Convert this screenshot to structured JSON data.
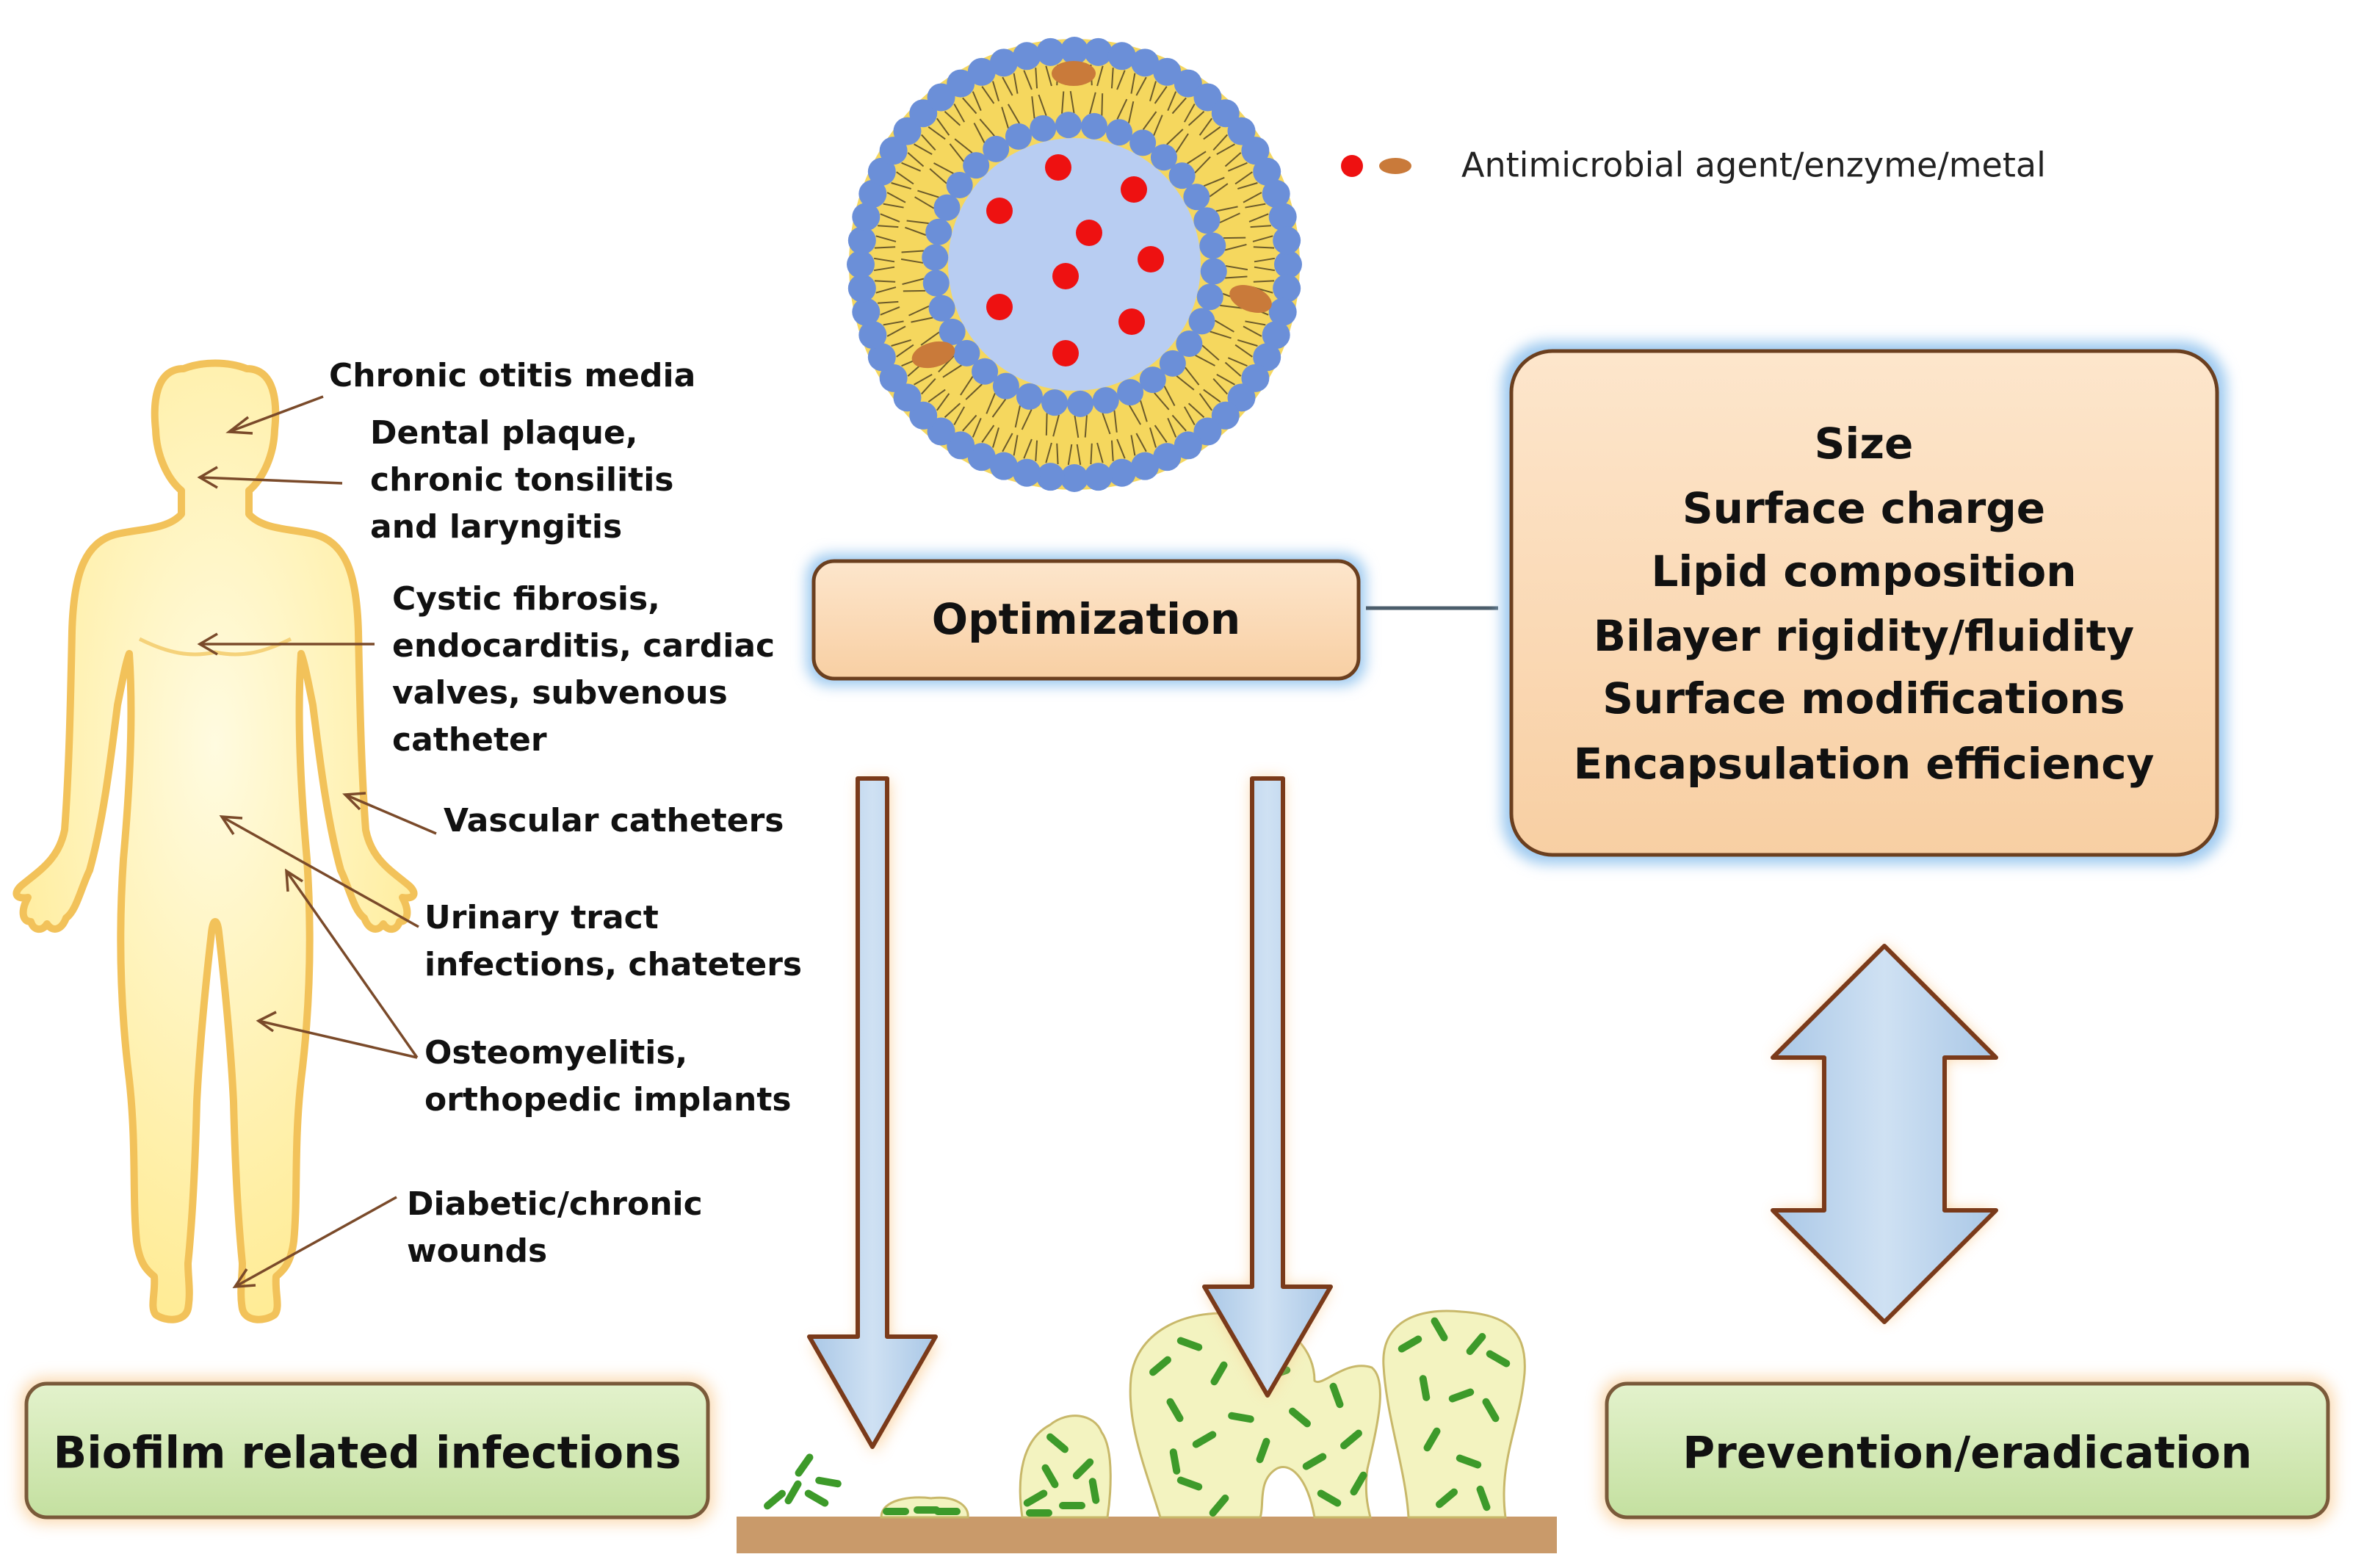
{
  "legend": {
    "label": "Antimicrobial agent/enzyme/metal",
    "colors": {
      "agent_dot": "#ee1111",
      "enzyme_oval": "#c97a3a"
    }
  },
  "optimization": {
    "label": "Optimization"
  },
  "parameters": [
    "Size",
    "Surface charge",
    "Lipid composition",
    "Bilayer rigidity/fluidity",
    "Surface modifications",
    "Encapsulation  efficiency"
  ],
  "body_sites": [
    {
      "lines": [
        "Chronic otitis media"
      ]
    },
    {
      "lines": [
        "Dental plaque,",
        "chronic tonsilitis",
        "and laryngitis"
      ]
    },
    {
      "lines": [
        "Cystic fibrosis,",
        "endocarditis, cardiac",
        "valves,  subvenous",
        "catheter"
      ]
    },
    {
      "lines": [
        "Vascular  catheters"
      ]
    },
    {
      "lines": [
        "Urinary  tract",
        "infections, chateters"
      ]
    },
    {
      "lines": [
        "Osteomyelitis,",
        "orthopedic implants"
      ]
    },
    {
      "lines": [
        "Diabetic/chronic",
        "wounds"
      ]
    }
  ],
  "bottom_labels": {
    "left": "Biofilm related infections",
    "right": "Prevention/eradication"
  },
  "colors": {
    "box_fill": "#fbd9b5",
    "box_stroke": "#6b3f1f",
    "glow": "#9fcaf0",
    "green_fill": "#d4eab6",
    "green_stroke": "#7a5a3a",
    "arrow_fill": "#b9d3ec",
    "arrow_stroke": "#7a3a1a",
    "head_blue": "#6b8fd8",
    "core_blue": "#b8cdf2",
    "lipid_yellow": "#f5d75e",
    "body_fill": "#fff3a8",
    "body_stroke": "#f2c25a",
    "bacteria_green": "#3d9a2a",
    "colony_fill": "#f3f3c0",
    "surface": "#c99a6a"
  }
}
